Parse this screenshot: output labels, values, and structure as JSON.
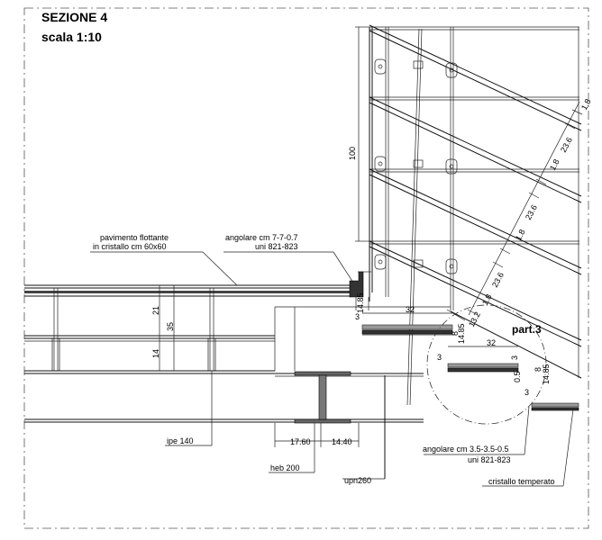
{
  "title": {
    "line1": "SEZIONE 4",
    "line2": "scala 1:10"
  },
  "labels": {
    "pavimento_1": "pavimento flottante",
    "pavimento_2": "in cristallo cm 60x60",
    "angolare_top_1": "angolare cm 7-7-0.7",
    "angolare_top_2": "uni 821-823",
    "ipe": "ipe 140",
    "heb": "heb 200",
    "upn": "upn260",
    "angolare_bot_1": "angolare cm 3.5-3.5-0.5",
    "angolare_bot_2": "uni 821-823",
    "cristallo": "cristallo temperato",
    "part": "part.3"
  },
  "dimensions": {
    "height_100": "100",
    "d21": "21",
    "d35": "35",
    "d14": "14",
    "d1485_a": "14.85",
    "d32_a": "32",
    "d3_a": "3",
    "d8_a": "8",
    "d1485_b": "14.85",
    "d32_b": "32",
    "d3_b": "3",
    "d3_c": "3",
    "d05": "0.5",
    "d8_b": "8",
    "d1485_c": "14.85",
    "d3_d": "3",
    "d1760": "17.60",
    "d1440": "14.40",
    "d132": "13.2",
    "rail_dims": [
      "1.8",
      "23.6",
      "1.8",
      "23.6",
      "1.8",
      "23.6",
      "1.8"
    ]
  }
}
